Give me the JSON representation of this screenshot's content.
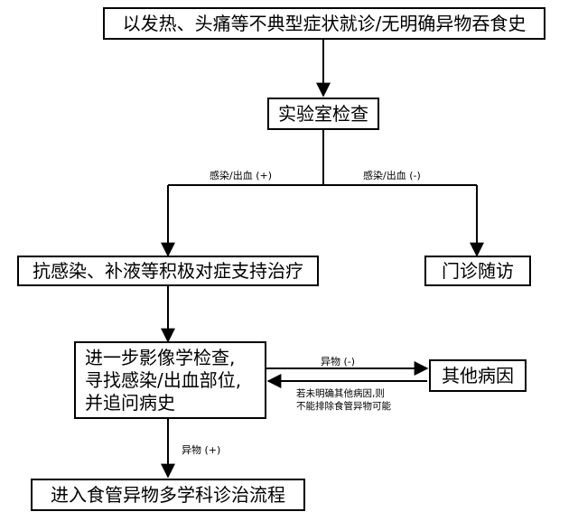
{
  "nodes": {
    "start": "以发热、头痛等不典型症状就诊/无明确异物吞食史",
    "lab": "实验室检查",
    "treat": "抗感染、补液等积极对症支持治疗",
    "followup": "门诊随访",
    "imaging": [
      "进一步影像学检查,",
      "寻找感染/出血部位,",
      "并追问病史"
    ],
    "other": "其他病因",
    "mdt": "进入食管异物多学科诊治流程"
  },
  "edges": {
    "infection_pos": "感染/出血 (+)",
    "infection_neg": "感染/出血 (-)",
    "foreign_neg": "异物 (-)",
    "foreign_pos": "异物 (+)",
    "back_note": [
      "若未明确其他病因,则",
      "不能排除食管异物可能"
    ]
  }
}
